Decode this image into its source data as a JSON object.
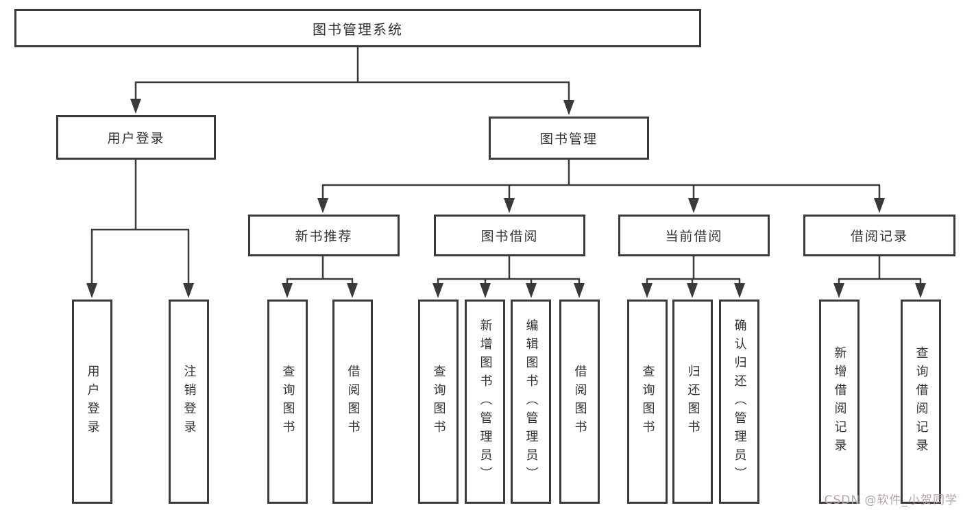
{
  "diagram_title": "图书管理系统",
  "tree": {
    "label": "图书管理系统",
    "children": [
      {
        "label": "用户登录",
        "children": [
          {
            "label": "用户登录"
          },
          {
            "label": "注销登录"
          }
        ]
      },
      {
        "label": "图书管理",
        "children": [
          {
            "label": "新书推荐",
            "children": [
              {
                "label": "查询图书"
              },
              {
                "label": "借阅图书"
              }
            ]
          },
          {
            "label": "图书借阅",
            "children": [
              {
                "label": "查询图书"
              },
              {
                "label": "新增图书（管理员）"
              },
              {
                "label": "编辑图书（管理员）"
              },
              {
                "label": "借阅图书"
              }
            ]
          },
          {
            "label": "当前借阅",
            "children": [
              {
                "label": "查询图书"
              },
              {
                "label": "归还图书"
              },
              {
                "label": "确认归还（管理员）"
              }
            ]
          },
          {
            "label": "借阅记录",
            "children": [
              {
                "label": "新增借阅记录"
              },
              {
                "label": "查询借阅记录"
              }
            ]
          }
        ]
      }
    ]
  },
  "watermark": "CSDN @软件_小贺同学",
  "colors": {
    "line": "#3a3a3a",
    "text": "#333333",
    "background": "#ffffff",
    "watermark": "#b3a4a8"
  }
}
